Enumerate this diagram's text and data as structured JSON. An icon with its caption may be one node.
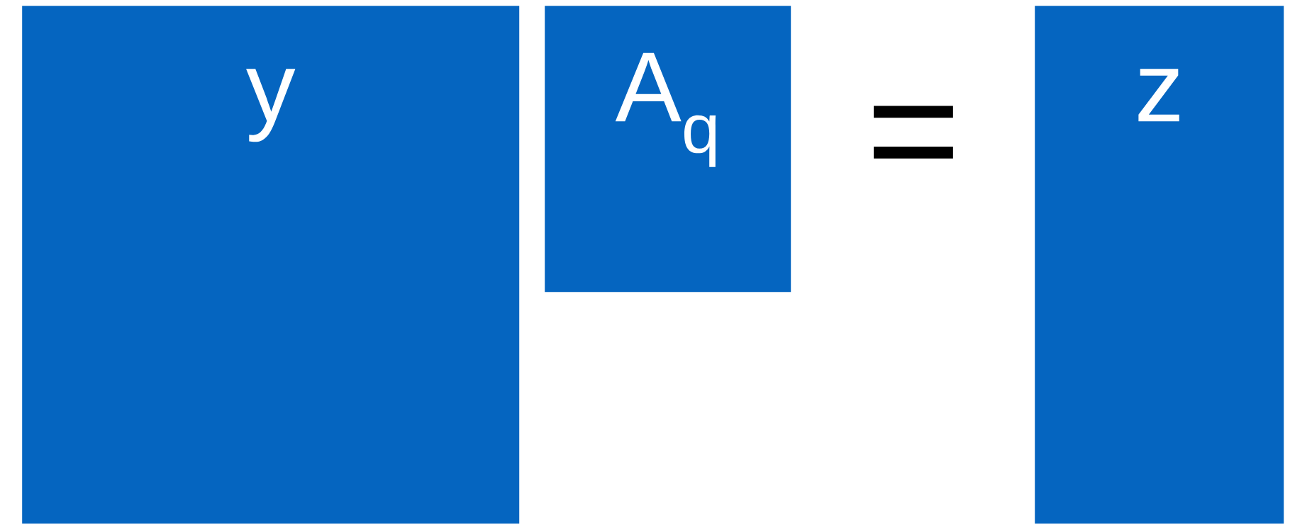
{
  "diagram": {
    "nodes": [
      {
        "text": [
          "y"
        ]
      },
      {
        "text": [
          "A$_{q}$"
        ]
      },
      {
        "text": [
          "z"
        ]
      }
    ],
    "labels": [
      "="
    ]
  }
}
